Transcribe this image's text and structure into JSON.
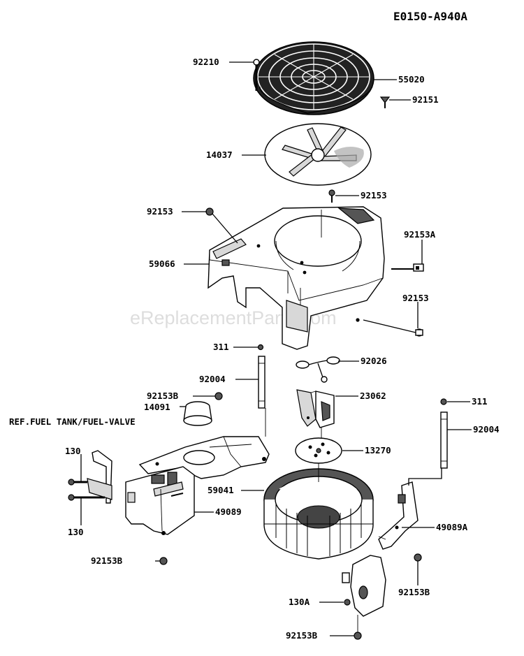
{
  "diagram_code": "E0150-A940A",
  "watermark": "eReplacementParts.com",
  "callouts": {
    "c92210": "92210",
    "c55020": "55020",
    "c92151": "92151",
    "c14037": "14037",
    "c92153_top": "92153",
    "c92153_left": "92153",
    "c59066": "59066",
    "c92153A": "92153A",
    "c92153_right": "92153",
    "c311_left": "311",
    "c92026": "92026",
    "c92004_left": "92004",
    "c92153B_mid": "92153B",
    "c23062": "23062",
    "c14091": "14091",
    "c311_right": "311",
    "c92004_right": "92004",
    "c130_top": "130",
    "c13270": "13270",
    "c59041": "59041",
    "c49089": "49089",
    "c130_bottom": "130",
    "c49089A": "49089A",
    "c92153B_left": "92153B",
    "c92153B_right": "92153B",
    "c130A": "130A",
    "c92153B_bottom": "92153B"
  },
  "reference_note": "REF.FUEL TANK/FUEL-VALVE"
}
